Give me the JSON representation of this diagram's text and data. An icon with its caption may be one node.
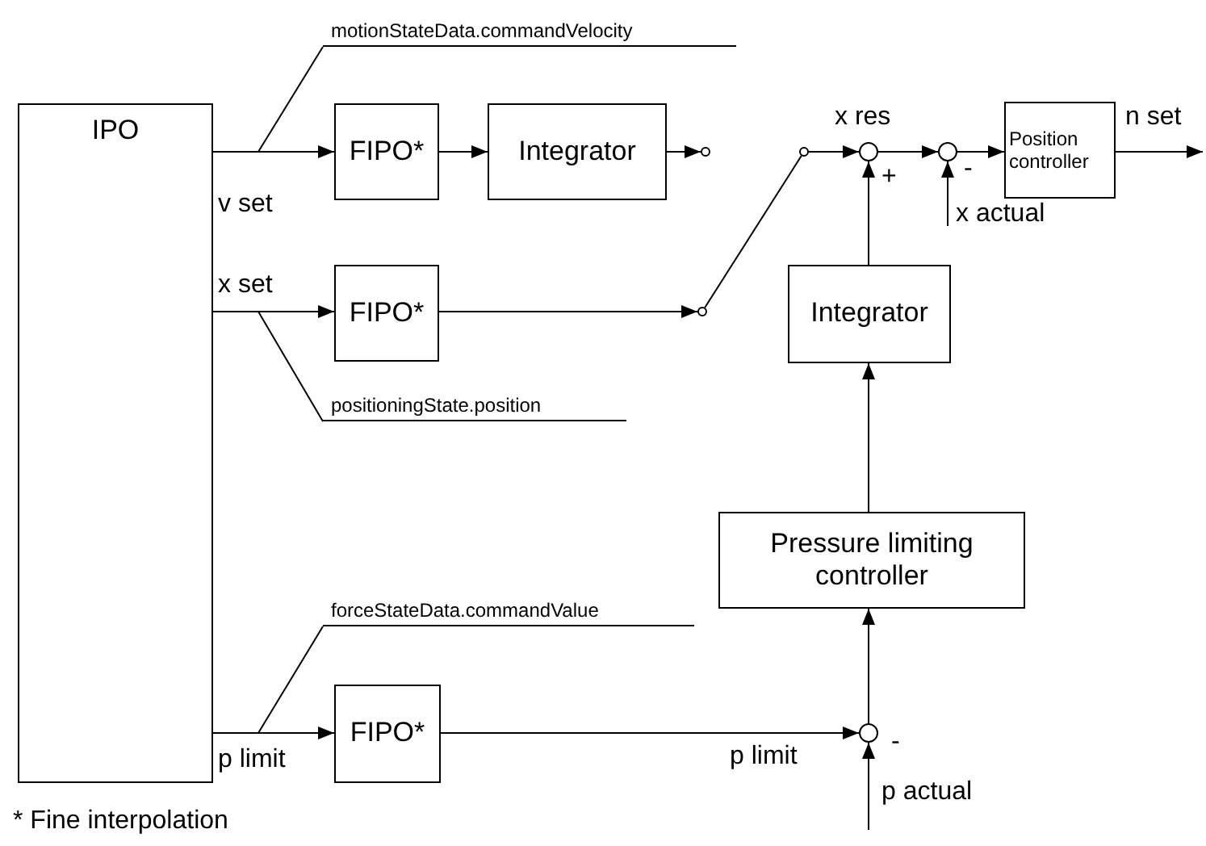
{
  "diagram": {
    "nodes": [
      {
        "text": [
          "IPO"
        ]
      },
      {
        "text": [
          "FIPO*"
        ]
      },
      {
        "text": [
          "Integrator"
        ]
      },
      {
        "text": [],
        "shape": "circle"
      },
      {
        "text": [
          "FIPO*"
        ]
      },
      {
        "text": [],
        "shape": "circle"
      },
      {
        "text": [],
        "shape": "circle"
      },
      {
        "text": [],
        "shape": "circle"
      },
      {
        "text": [],
        "shape": "circle"
      },
      {
        "text": [
          "Position controller"
        ],
        "beside": [
          "n set"
        ]
      },
      {
        "text": [
          "Integrator"
        ]
      },
      {
        "text": [
          "Pressure limiting controller"
        ]
      },
      {
        "text": [
          "FIPO*"
        ]
      },
      {
        "text": [],
        "shape": "circle"
      },
      {
        "text": [
          "motionStateData.commandVelocity"
        ]
      },
      {
        "text": [
          "positioningState.position"
        ]
      },
      {
        "text": [
          "forceStateData.commandValue"
        ]
      },
      {
        "text": [
          "x actual"
        ]
      }
    ],
    "edges": [
      {
        "from": 0,
        "to": 1,
        "arrow": "to"
      },
      {
        "from": 1,
        "to": 2,
        "arrow": "to"
      },
      {
        "from": 2,
        "to": 3,
        "arrow": "to"
      },
      {
        "from": 0,
        "to": 4,
        "arrow": "to"
      },
      {
        "from": 4,
        "to": 5,
        "arrow": "to"
      },
      {
        "from": 5,
        "to": 6,
        "arrow": "none"
      },
      {
        "from": 6,
        "to": 7,
        "arrow": "to"
      },
      {
        "from": 7,
        "to": 8,
        "arrow": "to"
      },
      {
        "from": 8,
        "to": 9,
        "arrow": "to"
      },
      {
        "from": 9,
        "to": null,
        "arrow": "to"
      },
      {
        "from": 17,
        "to": 8,
        "arrow": "to"
      },
      {
        "from": 10,
        "to": 7,
        "arrow": "to"
      },
      {
        "from": 11,
        "to": 10,
        "arrow": "to"
      },
      {
        "from": 13,
        "to": 11,
        "arrow": "to"
      },
      {
        "from": 0,
        "to": 12,
        "arrow": "to"
      },
      {
        "from": 12,
        "to": 13,
        "arrow": "to"
      },
      {
        "from": null,
        "to": 13,
        "arrow": "to"
      },
      {
        "from": 14,
        "to": null,
        "arrow": "none"
      },
      {
        "from": 15,
        "to": null,
        "arrow": "none"
      },
      {
        "from": 16,
        "to": null,
        "arrow": "none"
      }
    ],
    "labels": [
      "v set",
      "x set",
      "x res",
      "+",
      "-",
      "p limit",
      "p limit",
      "-",
      "p actual",
      "* Fine interpolation"
    ]
  }
}
